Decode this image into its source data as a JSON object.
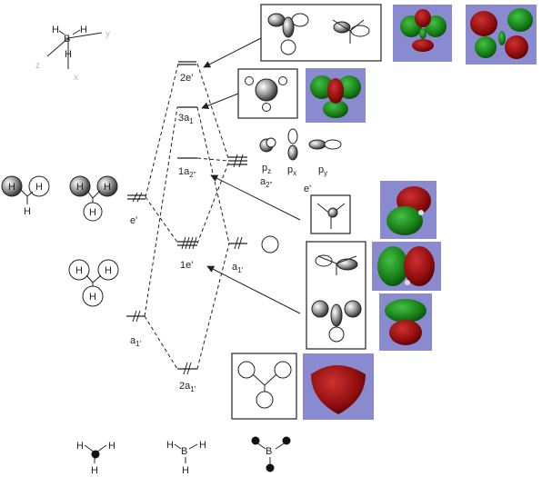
{
  "axes": {
    "x": "x",
    "y": "y",
    "z": "z",
    "B": "B",
    "H": "H"
  },
  "levels": {
    "e2": "2e'",
    "a3_main": "3a",
    "a3_sub": "1",
    "a2_main": "1a",
    "a2_sub": "2\"",
    "e1": "1e'",
    "a2b_main": "2a",
    "a2b_sub": "1'"
  },
  "left_levels": {
    "e": "e'",
    "a1_main": "a",
    "a1_sub": "1'"
  },
  "boron_levels": {
    "a1_main": "a",
    "a1_sub": "1'"
  },
  "p_orbitals": {
    "pz_main": "p",
    "pz_sub": "z",
    "px_main": "p",
    "px_sub": "x",
    "py_main": "p",
    "py_sub": "y",
    "a2_main": "a",
    "a2_sub": "2\"",
    "e": "e'"
  },
  "atoms": {
    "H": "H",
    "B": "B"
  }
}
